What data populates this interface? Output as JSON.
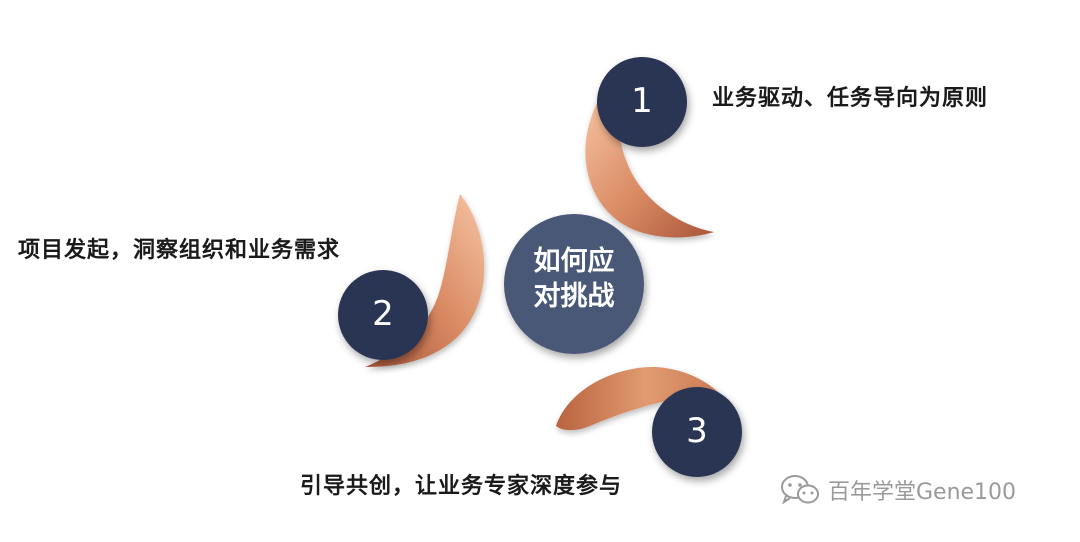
{
  "center": {
    "line1": "如何应",
    "line2": "对挑战"
  },
  "steps": [
    {
      "number": "1",
      "text": "业务驱动、任务导向为原则"
    },
    {
      "number": "2",
      "text": "项目发起，洞察组织和业务需求"
    },
    {
      "number": "3",
      "text": "引导共创，让业务专家深度参与"
    }
  ],
  "watermark": {
    "icon": "wechat-icon",
    "text": "百年学堂Gene100"
  },
  "colors": {
    "circle": "#2f3a56",
    "center": "#4a5877",
    "swoosh_light": "#f3b08c",
    "swoosh_dark": "#b5613e"
  }
}
